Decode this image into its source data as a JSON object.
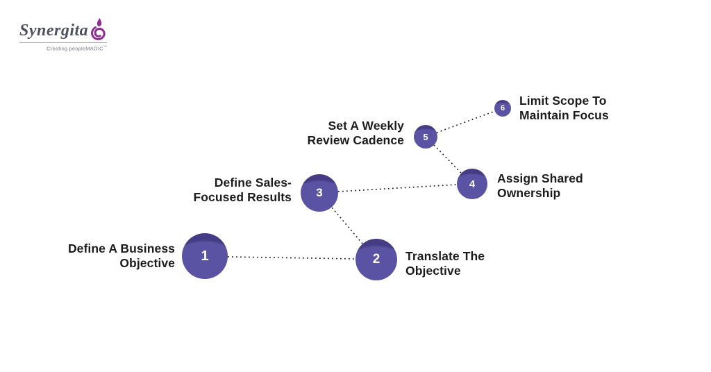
{
  "logo": {
    "brand": "Synergita",
    "tagline": "Creating peopleMAGIC",
    "trademark": "™",
    "brand_color": "#50505f",
    "icon_color": "#8e2d94"
  },
  "diagram": {
    "kind": "process-steps",
    "connector_style": "dotted",
    "circle_color": "#5a52a2",
    "circle_shade_color": "#453c85",
    "label_color": "#1c1c1c",
    "steps": [
      {
        "number": "1",
        "line1": "Define A Business",
        "line2": "Objective"
      },
      {
        "number": "2",
        "line1": "Translate The",
        "line2": "Objective"
      },
      {
        "number": "3",
        "line1": "Define Sales-",
        "line2": "Focused Results"
      },
      {
        "number": "4",
        "line1": "Assign Shared",
        "line2": "Ownership"
      },
      {
        "number": "5",
        "line1": "Set A Weekly",
        "line2": "Review Cadence"
      },
      {
        "number": "6",
        "line1": "Limit Scope To",
        "line2": "Maintain Focus"
      }
    ]
  }
}
